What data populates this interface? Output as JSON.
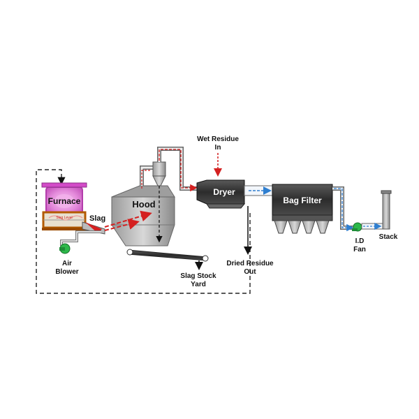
{
  "labels": {
    "furnace": "Furnace",
    "slag_level": "Slag Level",
    "slag": "Slag",
    "air": "Air",
    "blower": "Blower",
    "hood": "Hood",
    "wet_residue": "Wet Residue",
    "wet_residue_in": "In",
    "dryer": "Dryer",
    "bag_filter": "Bag Filter",
    "id": "I.D",
    "fan": "Fan",
    "stack": "Stack",
    "dried_residue": "Dried Residue",
    "dried_residue_out": "Out",
    "slag_stock": "Slag Stock",
    "yard": "Yard"
  },
  "colors": {
    "hot_flow": "#d42020",
    "cool_flow": "#2f7fd0",
    "equipment_grey": "#8c8c8c",
    "furnace_pink": "#e25bd8",
    "fan_green": "#2db84a"
  }
}
